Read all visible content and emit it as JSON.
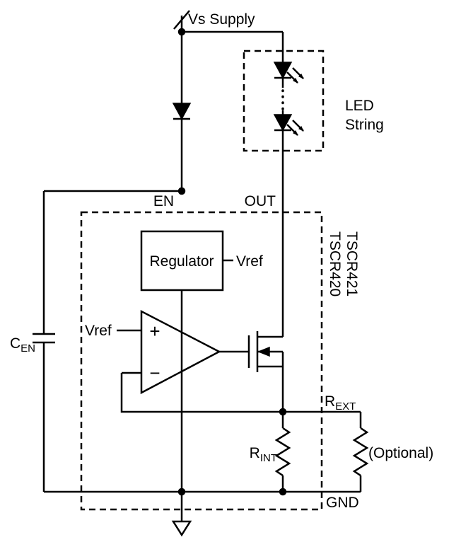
{
  "labels": {
    "vs_supply": "Vs Supply",
    "led_line1": "LED",
    "led_line2": "String",
    "en_pin": "EN",
    "out_pin": "OUT",
    "regulator": "Regulator",
    "vref_reg": "Vref",
    "vref_opamp": "Vref",
    "opamp_plus": "+",
    "opamp_minus": "−",
    "part_name_1": "TSCR420",
    "part_name_2": "TSCR421",
    "cen_sym": "C",
    "cen_sub": "EN",
    "rext_sym": "R",
    "rext_sub": "EXT",
    "rint_sym": "R",
    "rint_sub": "INT",
    "optional": "(Optional)",
    "gnd_pin": "GND"
  },
  "colors": {
    "line": "#000000",
    "background": "#ffffff"
  }
}
